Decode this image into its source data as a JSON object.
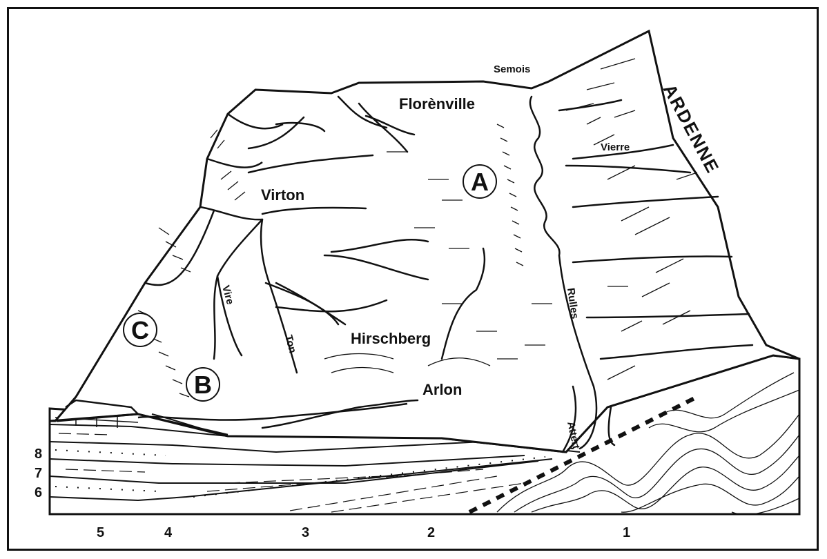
{
  "places": {
    "florenville": "Florènville",
    "virton": "Virton",
    "hirschberg": "Hirschberg",
    "arlon": "Arlon"
  },
  "rivers": {
    "semois": "Semois",
    "vierre": "Vierre",
    "vire": "Vire",
    "ton": "Ton",
    "rulles": "Rulles",
    "attert": "Attert"
  },
  "region": {
    "ardenne": "ARDENNE"
  },
  "zones": {
    "a": "A",
    "b": "B",
    "c": "C"
  },
  "layer_numbers": {
    "side": [
      "8",
      "7",
      "6"
    ],
    "bottom": [
      "5",
      "4",
      "3",
      "2",
      "1"
    ]
  }
}
